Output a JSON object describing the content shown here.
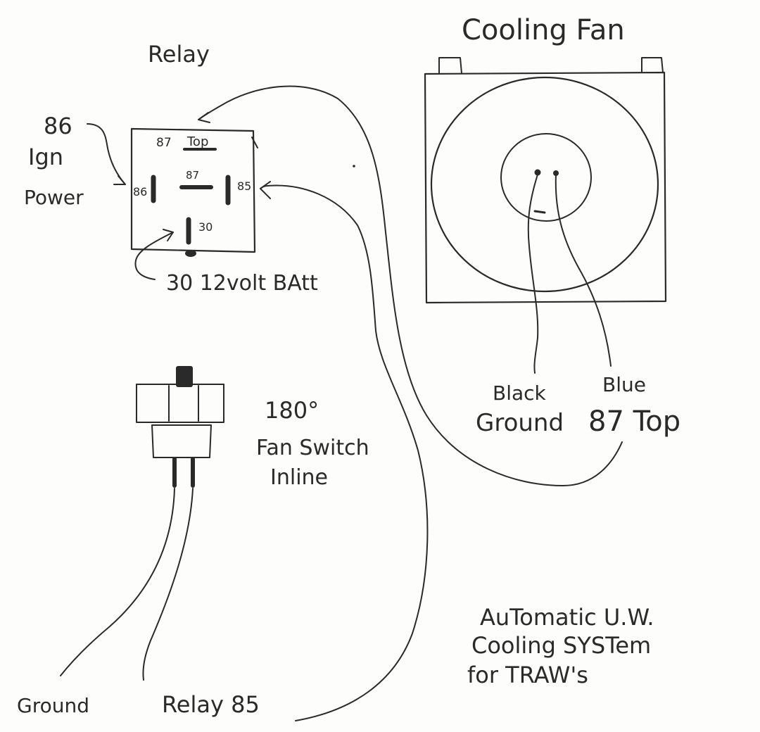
{
  "relay": {
    "title": "Relay",
    "pin_87_top": "87",
    "pin_87_top_word": "Top",
    "pin_87_center": "87",
    "pin_86": "86",
    "pin_85": "85",
    "pin_30": "30",
    "label_86_line1": "86",
    "label_86_line2": "Ign",
    "label_86_line3": "Power",
    "label_30": "30  12volt BAtt"
  },
  "fan": {
    "title": "Cooling Fan",
    "wire_black_line1": "Black",
    "wire_black_line2": "Ground",
    "wire_blue_line1": "Blue",
    "wire_blue_line2": "87 Top"
  },
  "fan_switch": {
    "temp": "180°",
    "line1": "Fan Switch",
    "line2": "Inline",
    "lead_ground": "Ground",
    "lead_relay": "Relay 85"
  },
  "caption": {
    "line1": "AuTomatic U.W.",
    "line2": "Cooling SYSTem",
    "line3": "for TRAW's"
  }
}
